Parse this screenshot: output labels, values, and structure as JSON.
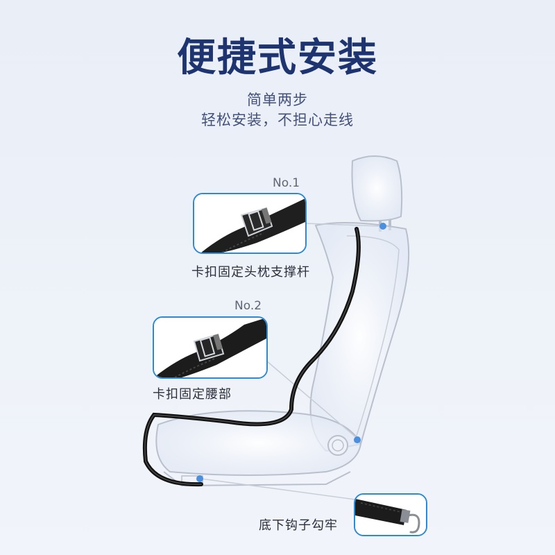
{
  "page": {
    "title": "便捷式安装",
    "subtitle_line1": "简单两步",
    "subtitle_line2": "轻松安装，不担心走线"
  },
  "steps": [
    {
      "label": "No.1",
      "caption": "卡扣固定头枕支撑杆"
    },
    {
      "label": "No.2",
      "caption": "卡扣固定腰部"
    }
  ],
  "hook": {
    "caption": "底下钩子勾牢"
  },
  "colors": {
    "title": "#1d3470",
    "accent_border": "#2b8ad6",
    "strap": "#111111",
    "seat_outline": "#b9c0cc",
    "marker_dot": "#4b8fe0"
  },
  "icons": [
    "buckle-icon",
    "hook-icon"
  ]
}
